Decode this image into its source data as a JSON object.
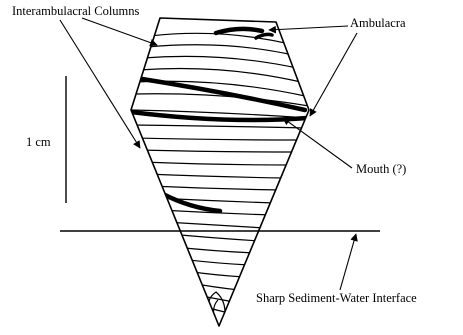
{
  "labels": {
    "interambulacral": "Interambulacral Columns",
    "ambulacra": "Ambulacra",
    "scale": "1 cm",
    "mouth": "Mouth (?)",
    "interface": "Sharp Sediment-Water Interface"
  },
  "colors": {
    "ink": "#000000",
    "background": "#ffffff"
  }
}
